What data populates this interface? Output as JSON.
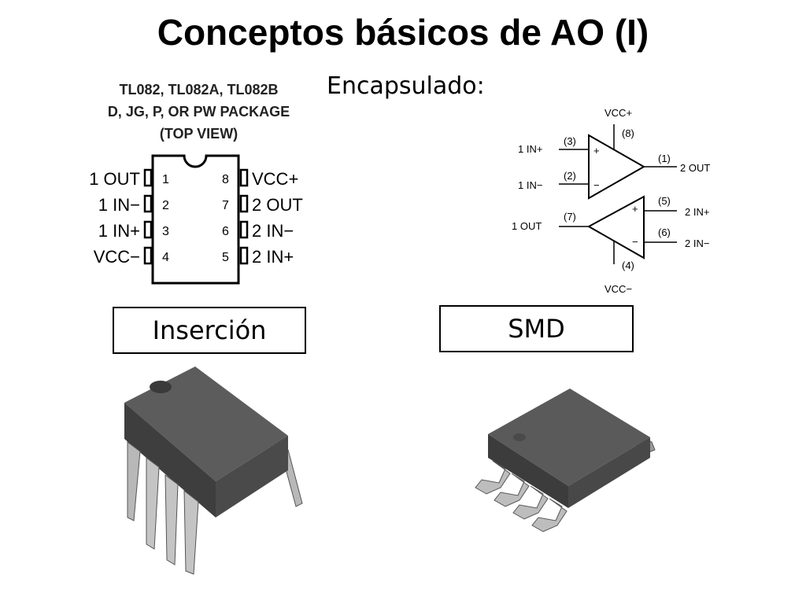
{
  "slide": {
    "title": "Conceptos básicos de AO (I)",
    "encapsulado_label": "Encapsulado:"
  },
  "package": {
    "line1": "TL082, TL082A, TL082B",
    "line2": "D, JG, P, OR PW PACKAGE",
    "line3": "(TOP VIEW)",
    "left_pins": [
      {
        "num": "1",
        "label": "1 OUT"
      },
      {
        "num": "2",
        "label": "1 IN−"
      },
      {
        "num": "3",
        "label": "1 IN+"
      },
      {
        "num": "4",
        "label": "VCC−"
      }
    ],
    "right_pins": [
      {
        "num": "8",
        "label": "VCC+"
      },
      {
        "num": "7",
        "label": "2 OUT"
      },
      {
        "num": "6",
        "label": "2 IN−"
      },
      {
        "num": "5",
        "label": "2 IN+"
      }
    ]
  },
  "schematic": {
    "vcc_plus": "VCC+",
    "vcc_minus": "VCC−",
    "pin8": "(8)",
    "pin4": "(4)",
    "amp1_in_plus": "1 IN+",
    "amp1_in_plus_pin": "(3)",
    "amp1_in_minus": "1 IN−",
    "amp1_in_minus_pin": "(2)",
    "amp1_out": "2 OUT",
    "amp1_out_pin": "(1)",
    "amp2_out": "1 OUT",
    "amp2_out_pin": "(7)",
    "amp2_in_plus": "2 IN+",
    "amp2_in_plus_pin": "(5)",
    "amp2_in_minus": "2 IN−",
    "amp2_in_minus_pin": "(6)",
    "plus_sign": "+",
    "minus_sign": "−"
  },
  "labels": {
    "insercion": "Inserción",
    "smd": "SMD"
  },
  "colors": {
    "chip_body": "#4a4a4a",
    "chip_top": "#5c5c5c",
    "lead": "#b8b8b8",
    "lead_shadow": "#7a7a7a"
  }
}
